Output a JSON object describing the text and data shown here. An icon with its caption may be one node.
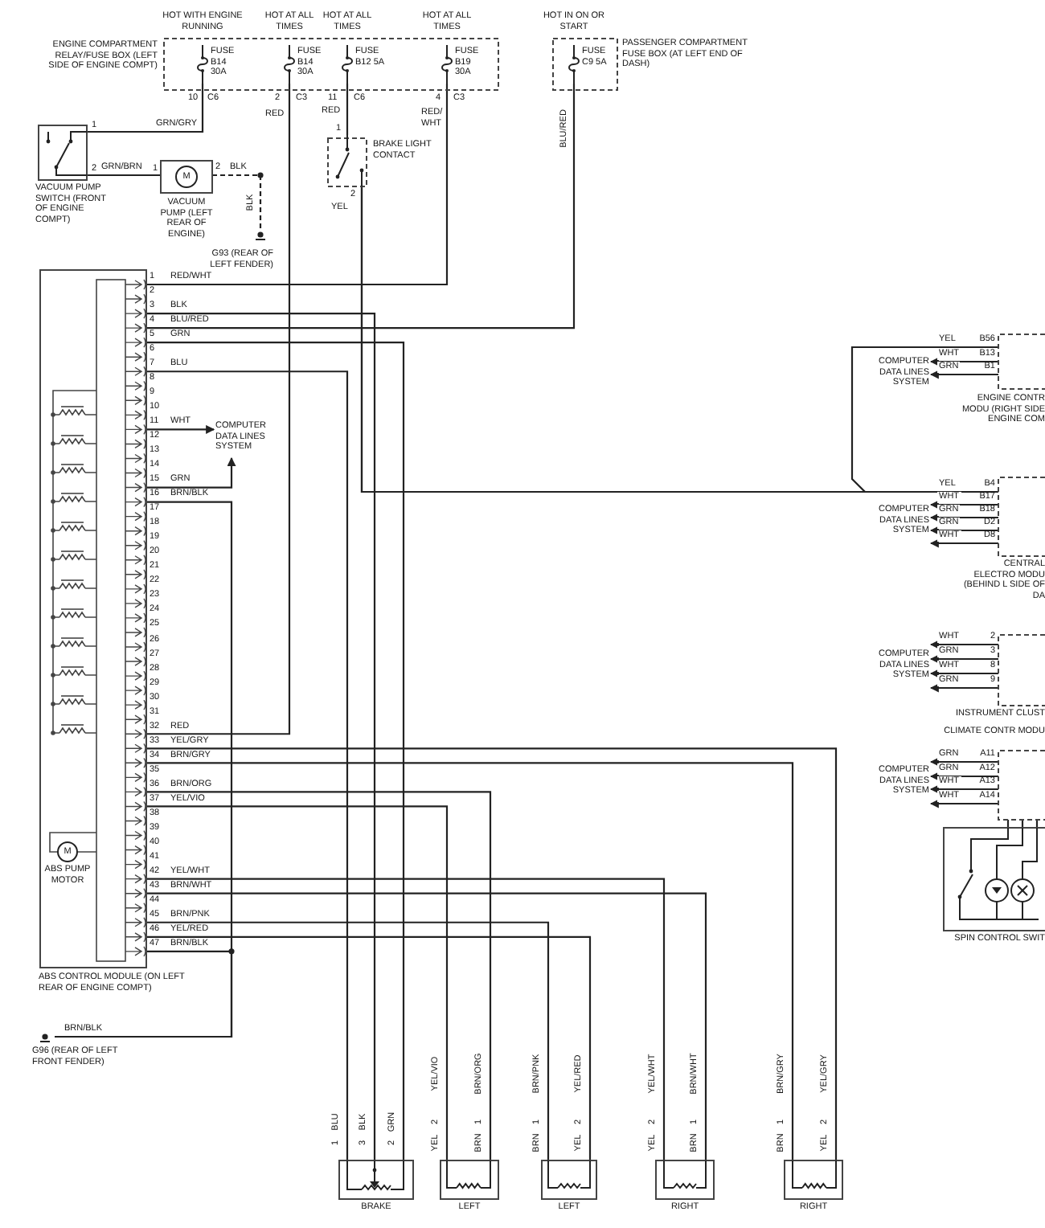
{
  "diagram": {
    "nodes": [
      {
        "text": [
          "ENGINE COMPARTMENT RELAY/FUSE BOX (LEFT SIDE OF ENGINE COMPT)"
        ]
      },
      {
        "text": [
          "FUSE B14 30A"
        ],
        "beside": [
          "HOT WITH ENGINE RUNNING"
        ],
        "in": 0
      },
      {
        "text": [
          "FUSE B14 30A"
        ],
        "beside": [
          "HOT AT ALL TIMES"
        ],
        "in": 0
      },
      {
        "text": [
          "FUSE B12 5A"
        ],
        "beside": [
          "HOT AT ALL TIMES"
        ],
        "in": 0
      },
      {
        "text": [
          "FUSE B19 30A"
        ],
        "beside": [
          "HOT AT ALL TIMES"
        ],
        "in": 0
      },
      {
        "text": [
          "PASSENGER COMPARTMENT FUSE BOX (AT LEFT END OF DASH)"
        ]
      },
      {
        "text": [
          "FUSE C9 5A"
        ],
        "beside": [
          "HOT IN ON OR START"
        ],
        "in": 5
      },
      {
        "text": [
          "VACUUM PUMP SWITCH (FRONT OF ENGINE COMPT)"
        ]
      },
      {
        "text": [
          "M",
          "VACUUM PUMP (LEFT REAR OF ENGINE)"
        ]
      },
      {
        "text": [
          "G93 (REAR OF LEFT FENDER)"
        ]
      },
      {
        "text": [
          "BRAKE LIGHT CONTACT"
        ]
      },
      {
        "text": [
          "ABS CONTROL MODULE (ON LEFT REAR OF ENGINE COMPT)"
        ]
      },
      {
        "text": [
          "M",
          "ABS PUMP MOTOR"
        ],
        "in": 11
      },
      {
        "text": [
          "COMPUTER DATA LINES SYSTEM"
        ]
      },
      {
        "text": [
          "G96 (REAR OF LEFT FRONT FENDER)"
        ]
      },
      {
        "text": [
          "ENGINE CONTR MODU (RIGHT SIDE ENGINE COM"
        ]
      },
      {
        "text": [
          "COMPUTER DATA LINES SYSTEM"
        ]
      },
      {
        "text": [
          "CENTRAL ELECTRO MODU (BEHIND L SIDE OF DA"
        ]
      },
      {
        "text": [
          "COMPUTER DATA LINES SYSTEM"
        ]
      },
      {
        "text": [
          "INSTRUMENT CLUST"
        ]
      },
      {
        "text": [
          "COMPUTER DATA LINES SYSTEM"
        ]
      },
      {
        "text": [
          "CLIMATE CONTR MODU"
        ]
      },
      {
        "text": [
          "COMPUTER DATA LINES SYSTEM"
        ]
      },
      {
        "text": [
          "SPIN CONTROL SWIT"
        ]
      },
      {
        "text": [
          "BRAKE"
        ]
      },
      {
        "text": [
          "LEFT"
        ]
      },
      {
        "text": [
          "LEFT"
        ]
      },
      {
        "text": [
          "RIGHT"
        ]
      },
      {
        "text": [
          "RIGHT"
        ]
      }
    ],
    "edges": [
      {
        "from": 1,
        "to": 7,
        "arrow": "none",
        "label": "GRN/GRY"
      },
      {
        "from": 7,
        "to": 8,
        "arrow": "none",
        "label": "GRN/BRN"
      },
      {
        "from": 8,
        "to": 9,
        "arrow": "none",
        "label": "BLK",
        "style": "dashed"
      },
      {
        "from": 3,
        "to": 10,
        "arrow": "none",
        "label": "RED"
      },
      {
        "from": 2,
        "to": 11,
        "arrow": "none",
        "label": "RED"
      },
      {
        "from": 4,
        "to": 11,
        "arrow": "none",
        "label": "RED/WHT"
      },
      {
        "from": 6,
        "to": 11,
        "arrow": "none",
        "label": "BLU/RED"
      },
      {
        "from": 11,
        "to": 24,
        "arrow": "none",
        "label": "BLK"
      },
      {
        "from": 11,
        "to": 24,
        "arrow": "none",
        "label": "GRN"
      },
      {
        "from": 11,
        "to": 24,
        "arrow": "none",
        "label": "BLU"
      },
      {
        "from": 11,
        "to": 13,
        "arrow": "to",
        "label": "WHT"
      },
      {
        "from": 11,
        "to": 13,
        "arrow": "to",
        "label": "GRN"
      },
      {
        "from": 11,
        "to": 14,
        "arrow": "none",
        "label": "BRN/BLK"
      },
      {
        "from": 11,
        "to": 28,
        "arrow": "none",
        "label": "YEL/GRY"
      },
      {
        "from": 11,
        "to": 28,
        "arrow": "none",
        "label": "BRN/GRY"
      },
      {
        "from": 11,
        "to": 25,
        "arrow": "none",
        "label": "BRN/ORG"
      },
      {
        "from": 11,
        "to": 25,
        "arrow": "none",
        "label": "YEL/VIO"
      },
      {
        "from": 11,
        "to": 27,
        "arrow": "none",
        "label": "YEL/WHT"
      },
      {
        "from": 11,
        "to": 27,
        "arrow": "none",
        "label": "BRN/WHT"
      },
      {
        "from": 11,
        "to": 26,
        "arrow": "none",
        "label": "BRN/PNK"
      },
      {
        "from": 11,
        "to": 26,
        "arrow": "none",
        "label": "YEL/RED"
      },
      {
        "from": 11,
        "to": 14,
        "arrow": "none",
        "label": "BRN/BLK"
      },
      {
        "from": 10,
        "to": 15,
        "arrow": "none",
        "label": "YEL"
      },
      {
        "from": 10,
        "to": 17,
        "arrow": "none",
        "label": "YEL"
      },
      {
        "from": 15,
        "to": 16,
        "arrow": "to",
        "label": "WHT"
      },
      {
        "from": 15,
        "to": 16,
        "arrow": "to",
        "label": "GRN"
      },
      {
        "from": 17,
        "to": 18,
        "arrow": "to",
        "label": "WHT"
      },
      {
        "from": 17,
        "to": 18,
        "arrow": "to",
        "label": "GRN"
      },
      {
        "from": 17,
        "to": 18,
        "arrow": "to",
        "label": "GRN"
      },
      {
        "from": 17,
        "to": 18,
        "arrow": "to",
        "label": "WHT"
      },
      {
        "from": 19,
        "to": 20,
        "arrow": "to",
        "label": "WHT"
      },
      {
        "from": 19,
        "to": 20,
        "arrow": "to",
        "label": "GRN"
      },
      {
        "from": 19,
        "to": 20,
        "arrow": "to",
        "label": "WHT"
      },
      {
        "from": 19,
        "to": 20,
        "arrow": "to",
        "label": "GRN"
      },
      {
        "from": 21,
        "to": 22,
        "arrow": "to",
        "label": "GRN"
      },
      {
        "from": 21,
        "to": 22,
        "arrow": "to",
        "label": "GRN"
      },
      {
        "from": 21,
        "to": 22,
        "arrow": "to",
        "label": "WHT"
      },
      {
        "from": 21,
        "to": 22,
        "arrow": "to",
        "label": "WHT"
      },
      {
        "from": 21,
        "to": 23,
        "arrow": "none"
      },
      {
        "from": 21,
        "to": 23,
        "arrow": "none"
      },
      {
        "from": 21,
        "to": 23,
        "arrow": "none"
      }
    ],
    "labels": [
      "10",
      "C6",
      "2",
      "C3",
      "11",
      "C6",
      "4",
      "C3",
      "RED",
      "RED/ WHT",
      "1",
      "2",
      "1",
      "2",
      "BLK",
      "1",
      "2",
      "YEL",
      "BLU/RED",
      "1",
      "2",
      "3",
      "4",
      "5",
      "6",
      "7",
      "8",
      "9",
      "10",
      "11",
      "12",
      "13",
      "14",
      "15",
      "16",
      "17",
      "18",
      "19",
      "20",
      "21",
      "22",
      "23",
      "24",
      "25",
      "26",
      "27",
      "28",
      "29",
      "30",
      "31",
      "32",
      "33",
      "34",
      "35",
      "36",
      "37",
      "38",
      "39",
      "40",
      "41",
      "42",
      "43",
      "44",
      "45",
      "46",
      "47",
      "BRN/BLK",
      "B56",
      "B13",
      "B1",
      "B4",
      "B17",
      "B18",
      "D2",
      "D8",
      "2",
      "3",
      "8",
      "9",
      "A11",
      "A12",
      "A13",
      "A14",
      "YEL/VIO",
      "BRN/ORG",
      "BRN/PNK",
      "YEL/RED",
      "YEL/WHT",
      "BRN/WHT",
      "BRN/GRY",
      "YEL/GRY",
      "1",
      "BLU",
      "3",
      "BLK",
      "2",
      "GRN",
      "YEL",
      "2",
      "BRN",
      "1",
      "BRN",
      "1",
      "YEL",
      "2",
      "YEL",
      "2",
      "BRN",
      "1",
      "BRN",
      "1",
      "YEL",
      "2"
    ]
  }
}
